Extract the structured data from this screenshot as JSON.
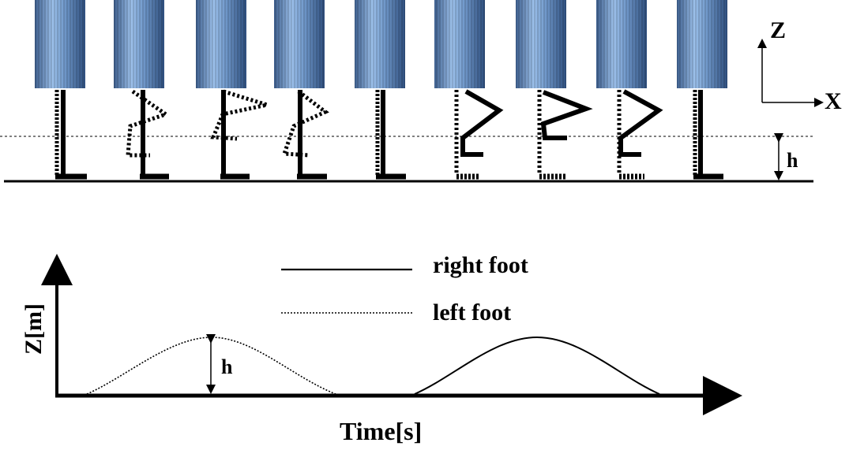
{
  "top_diagram": {
    "axis_z_label": "Z",
    "axis_x_label": "X",
    "height_label": "h",
    "body_color": "#6f97c9",
    "body_count": 9
  },
  "bottom_plot": {
    "ylabel": "Z[m]",
    "xlabel": "Time[s]",
    "height_label": "h",
    "legend": [
      {
        "label": "right foot",
        "style": "solid"
      },
      {
        "label": "left foot",
        "style": "dotted"
      }
    ]
  }
}
